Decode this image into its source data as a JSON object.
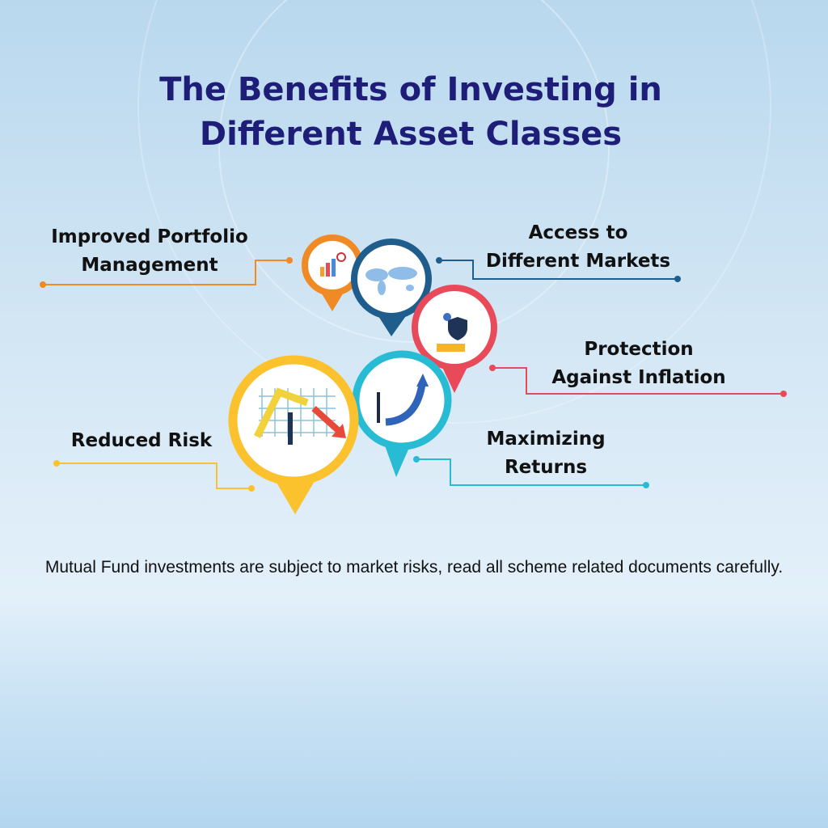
{
  "title_line1": "The Benefits of Investing in",
  "title_line2": "Different Asset Classes",
  "benefits": [
    {
      "line1": "Improved Portfolio",
      "line2": "Management",
      "color": "#f08a24",
      "icon": "portfolio-chart-icon"
    },
    {
      "line1": "Access to",
      "line2": "Different Markets",
      "color": "#1f5d8c",
      "icon": "world-map-icon"
    },
    {
      "line1": "Protection",
      "line2": "Against Inflation",
      "color": "#e84a5a",
      "icon": "shield-icon"
    },
    {
      "line1": "Maximizing",
      "line2": "Returns",
      "color": "#27bcd3",
      "icon": "rising-arrow-icon"
    },
    {
      "line1": "Reduced Risk",
      "color": "#fcc22d",
      "icon": "cut-falling-arrow-icon"
    }
  ],
  "disclaimer": "Mutual Fund investments are subject to market risks, read all scheme related documents carefully."
}
